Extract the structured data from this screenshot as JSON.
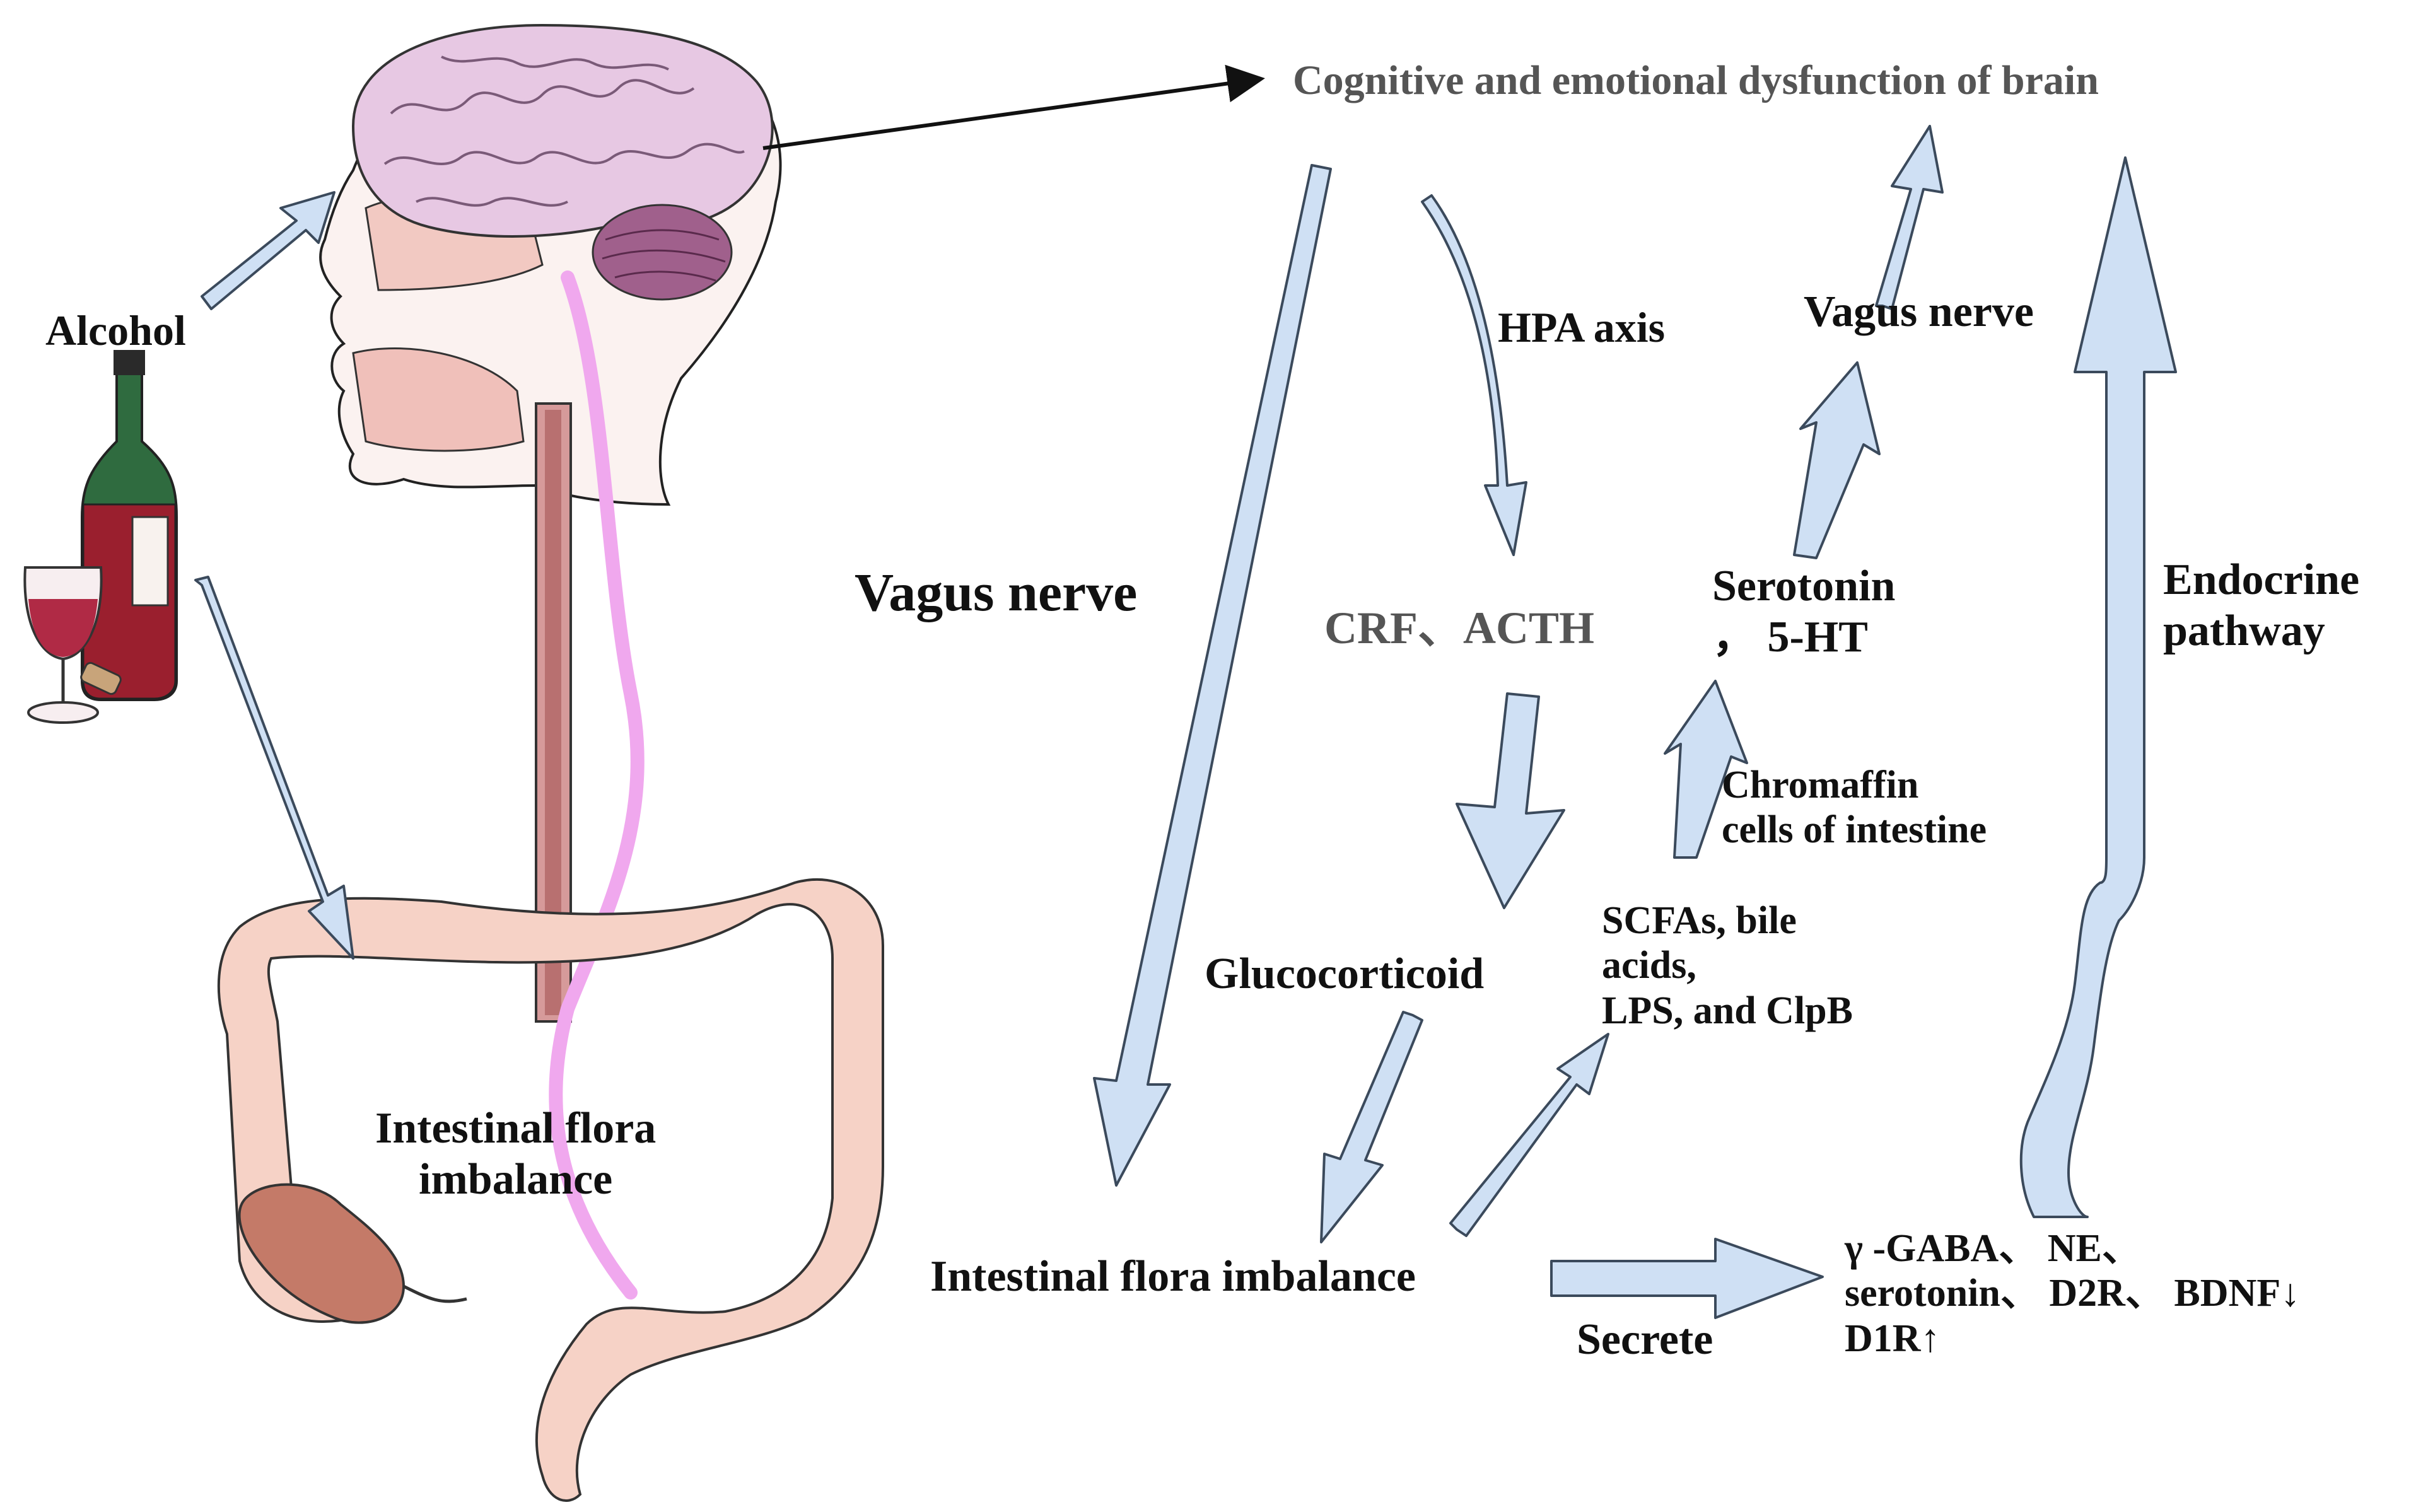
{
  "colors": {
    "arrow_fill": "#cfe0f4",
    "arrow_stroke": "#3b4a5c",
    "brain": "#e7c8e3",
    "cerebellum": "#a0608c",
    "skin": "#f4dcd6",
    "gut": "#f6d2c6",
    "bottle": "#9a1f2e",
    "vagus": "#f0a8ee"
  },
  "labels": {
    "top_target": "Cognitive and emotional dysfunction of brain",
    "alcohol": "Alcohol",
    "vagus_left": "Vagus nerve",
    "hpa_axis": "HPA axis",
    "crf_acth": "CRF、ACTH",
    "glucocorticoid": "Glucocorticoid",
    "vagus_right": "Vagus nerve",
    "serotonin_line1": "Serotonin",
    "serotonin_line2": "，  5-HT",
    "chromaffin_line1": "Chromaffin",
    "chromaffin_line2": "cells of intestine",
    "scfas_line1": "SCFAs, bile",
    "scfas_line2": "acids,",
    "scfas_line3": "LPS, and ClpB",
    "endocrine_line1": "Endocrine",
    "endocrine_line2": "pathway",
    "intestinal_center": "Intestinal flora imbalance",
    "gut_label_line1": "Intestinal flora",
    "gut_label_line2": "imbalance",
    "secrete": "Secrete",
    "outputs_line1": "γ -GABA、 NE、",
    "outputs_line2": "serotonin、 D2R、 BDNF↓",
    "outputs_line3": "D1R↑"
  }
}
